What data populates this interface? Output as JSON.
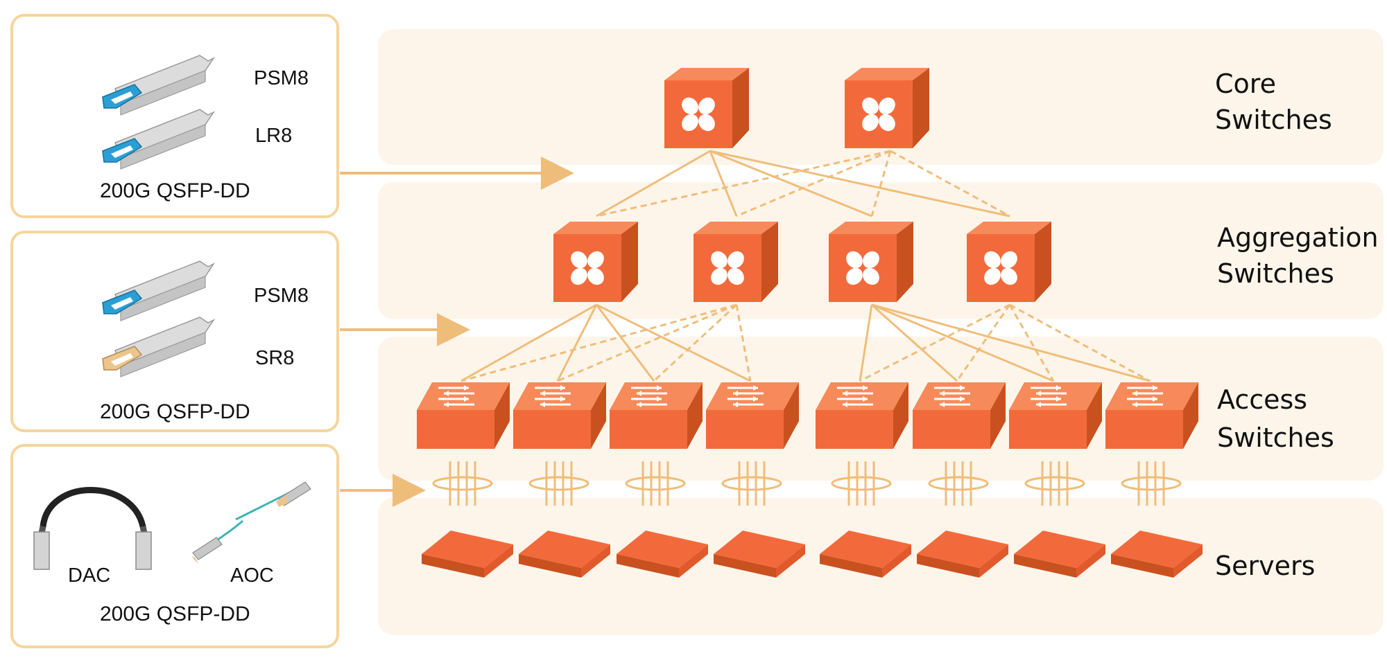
{
  "layers": {
    "core": [
      "Core",
      "Switches"
    ],
    "aggregation": [
      "Aggregation",
      "Switches"
    ],
    "access": [
      "Access",
      "Switches"
    ],
    "servers": "Servers"
  },
  "modules": {
    "box1": {
      "top_label": "PSM8",
      "bottom_label": "LR8",
      "caption": "200G QSFP-DD"
    },
    "box2": {
      "top_label": "PSM8",
      "bottom_label": "SR8",
      "caption": "200G QSFP-DD"
    },
    "box3": {
      "left_label": "DAC",
      "right_label": "AOC",
      "caption": "200G QSFP-DD"
    }
  },
  "colors": {
    "switch_front": "#f26a3b",
    "switch_side": "#c9511f",
    "switch_top": "#f78a5a",
    "band_fill": "#fdf5ea",
    "link_line": "#efbd7a",
    "box_border": "#f6d49b",
    "pull_tab_blue": "#2a9fd6",
    "pull_tab_beige": "#ecc58c"
  }
}
